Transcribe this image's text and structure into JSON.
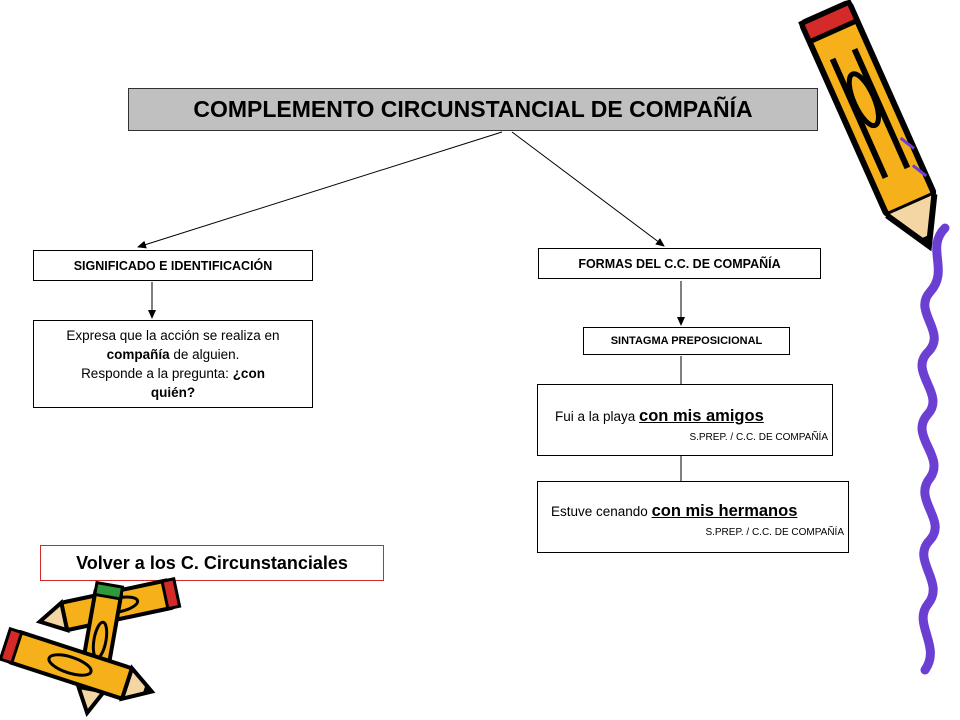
{
  "title": "COMPLEMENTO CIRCUNSTANCIAL DE COMPAÑÍA",
  "left_branch": {
    "header": "SIGNIFICADO E IDENTIFICACIÓN",
    "line1": "Expresa que la acción se realiza en",
    "line2_bold": "compañía",
    "line2_rest": " de alguien.",
    "line3_pre": "Responde a la pregunta: ",
    "line3_bold": "¿con",
    "line4_bold": "quién?"
  },
  "right_branch": {
    "header": "FORMAS DEL C.C. DE COMPAÑÍA",
    "subheader": "SINTAGMA PREPOSICIONAL",
    "examples": [
      {
        "text": "Fui a la playa ",
        "highlight": "con mis amigos",
        "label": "S.PREP. / C.C. DE COMPAÑÍA"
      },
      {
        "text": "Estuve cenando ",
        "highlight": "con mis hermanos",
        "label": "S.PREP. / C.C. DE COMPAÑÍA"
      }
    ]
  },
  "nav": {
    "back_link": "Volver a los C. Circunstanciales"
  },
  "icons": [
    "pencil-icon",
    "crossed-pencils-icon",
    "wavy-squiggle-icon"
  ],
  "colors": {
    "title_bg": "#c0c0c0",
    "link_border": "#d02a2a",
    "pencil_body": "#f5b01a",
    "squiggle": "#6a3fd2"
  }
}
